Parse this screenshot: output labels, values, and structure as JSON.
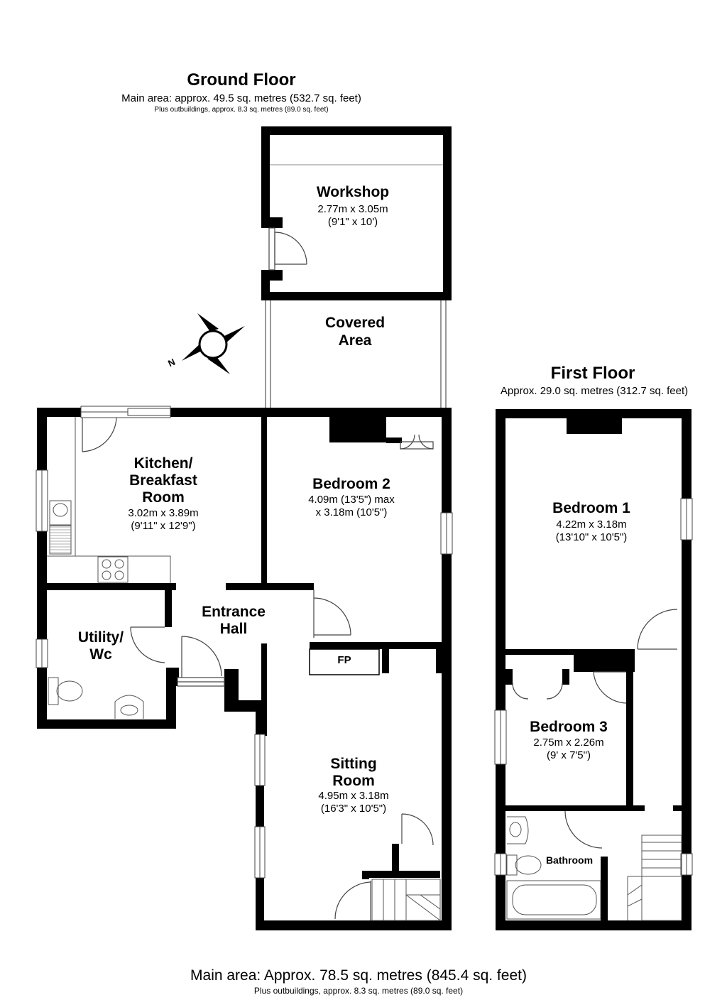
{
  "ground_floor": {
    "title": "Ground Floor",
    "main_area": "Main area: approx. 49.5 sq. metres (532.7 sq. feet)",
    "outbuildings": "Plus outbuildings, approx. 8.3 sq. metres (89.0 sq. feet)"
  },
  "first_floor": {
    "title": "First Floor",
    "area": "Approx. 29.0 sq. metres (312.7 sq. feet)"
  },
  "rooms": {
    "workshop": {
      "name": "Workshop",
      "dim1": "2.77m x 3.05m",
      "dim2": "(9'1\" x 10')"
    },
    "covered_area": {
      "line1": "Covered",
      "line2": "Area"
    },
    "kitchen": {
      "line1": "Kitchen/",
      "line2": "Breakfast",
      "line3": "Room",
      "dim1": "3.02m x 3.89m",
      "dim2": "(9'11\" x 12'9\")"
    },
    "bedroom2": {
      "name": "Bedroom 2",
      "dim1": "4.09m (13'5\") max",
      "dim2": "x 3.18m (10'5\")"
    },
    "entrance_hall": {
      "line1": "Entrance",
      "line2": "Hall"
    },
    "utility": {
      "line1": "Utility/",
      "line2": "Wc"
    },
    "fp": {
      "label": "FP"
    },
    "sitting_room": {
      "line1": "Sitting",
      "line2": "Room",
      "dim1": "4.95m x 3.18m",
      "dim2": "(16'3\" x 10'5\")"
    },
    "bedroom1": {
      "name": "Bedroom 1",
      "dim1": "4.22m x 3.18m",
      "dim2": "(13'10\" x 10'5\")"
    },
    "bedroom3": {
      "name": "Bedroom 3",
      "dim1": "2.75m x 2.26m",
      "dim2": "(9' x 7'5\")"
    },
    "bathroom": {
      "name": "Bathroom"
    }
  },
  "compass": {
    "label": "N"
  },
  "totals": {
    "main_area": "Main area: Approx. 78.5 sq. metres (845.4 sq. feet)",
    "outbuildings": "Plus outbuildings, approx. 8.3 sq. metres (89.0 sq. feet)"
  }
}
